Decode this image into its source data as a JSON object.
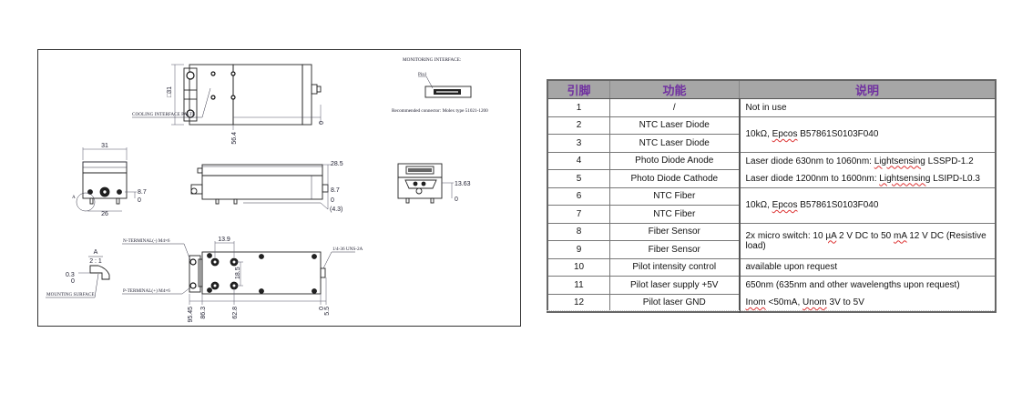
{
  "drawing": {
    "labels": {
      "cooling_interface": "COOLING INTERFACE PALTE",
      "monitoring_interface": "MONITORING INTERFACE:",
      "pin1": "Pin1",
      "recommended_connector": "Recommended connector: Molex type 51021-1200",
      "n_terminal": "N-TERMINAL(-) M4×6",
      "p_terminal": "P-TERMINAL(+) M4×6",
      "thread": "1/4-36 UNS-2A",
      "mounting_surface": "MOUNTING SURFACE",
      "detail_letter": "A",
      "detail_scale": "2 : 1",
      "detail_marker": "A"
    },
    "dimensions": {
      "top_square": "□31",
      "top_564": "56.4",
      "top_0": "0",
      "front_width": "31",
      "front_87": "8.7",
      "front_0": "0",
      "front_26": "26",
      "side_285": "28.5",
      "side_87": "8.7",
      "side_0": "0",
      "side_43": "(4.3)",
      "rear_1363": "13.63",
      "rear_0": "0",
      "detail_03": "0.3",
      "detail_0": "0",
      "bottom_139": "13.9",
      "bottom_185": "18.5",
      "bottom_9545": "95.45",
      "bottom_863": "86.3",
      "bottom_628": "62.8",
      "bottom_0": "0",
      "bottom_55": "5.5"
    }
  },
  "table": {
    "headers": {
      "pin": "引脚",
      "function": "功能",
      "description": "说明"
    },
    "rows": [
      {
        "pin": "1",
        "function": "/"
      },
      {
        "pin": "2",
        "function": "NTC Laser Diode"
      },
      {
        "pin": "3",
        "function": "NTC Laser Diode"
      },
      {
        "pin": "4",
        "function": "Photo Diode Anode"
      },
      {
        "pin": "5",
        "function": "Photo Diode Cathode"
      },
      {
        "pin": "6",
        "function": "NTC Fiber"
      },
      {
        "pin": "7",
        "function": "NTC Fiber"
      },
      {
        "pin": "8",
        "function": "Fiber Sensor"
      },
      {
        "pin": "9",
        "function": "Fiber Sensor"
      },
      {
        "pin": "10",
        "function": "Pilot intensity control"
      },
      {
        "pin": "11",
        "function": "Pilot laser supply +5V"
      },
      {
        "pin": "12",
        "function": "Pilot laser GND"
      }
    ],
    "descriptions": {
      "d1": "Not in use",
      "d23_a": "10kΩ, ",
      "d23_b": "Epcos",
      "d23_c": " B57861S0103F040",
      "d4_a": "Laser diode 630nm to 1060nm: ",
      "d4_b": "Lightsensing",
      "d4_c": " LSSPD-1.2",
      "d5_a": "Laser diode 1200nm to 1600nm: ",
      "d5_b": "Lightsensing",
      "d5_c": " LSIPD-L0.3",
      "d67_a": "10kΩ, ",
      "d67_b": "Epcos",
      "d67_c": " B57861S0103F040",
      "d89_a": "2x micro switch: 10 ",
      "d89_b": "µA",
      "d89_c": " 2 V DC to 50 ",
      "d89_d": "mA",
      "d89_e": " 12 V DC (Resistive load)",
      "d10": "available upon request",
      "d11": "650nm (635nm and other wavelengths upon request)",
      "d12_a": "Inom",
      "d12_b": " <50mA, ",
      "d12_c": "Unom",
      "d12_d": " 3V to 5V"
    },
    "colors": {
      "header_bg": "#a6a6a6",
      "header_text": "#7030a0"
    }
  }
}
